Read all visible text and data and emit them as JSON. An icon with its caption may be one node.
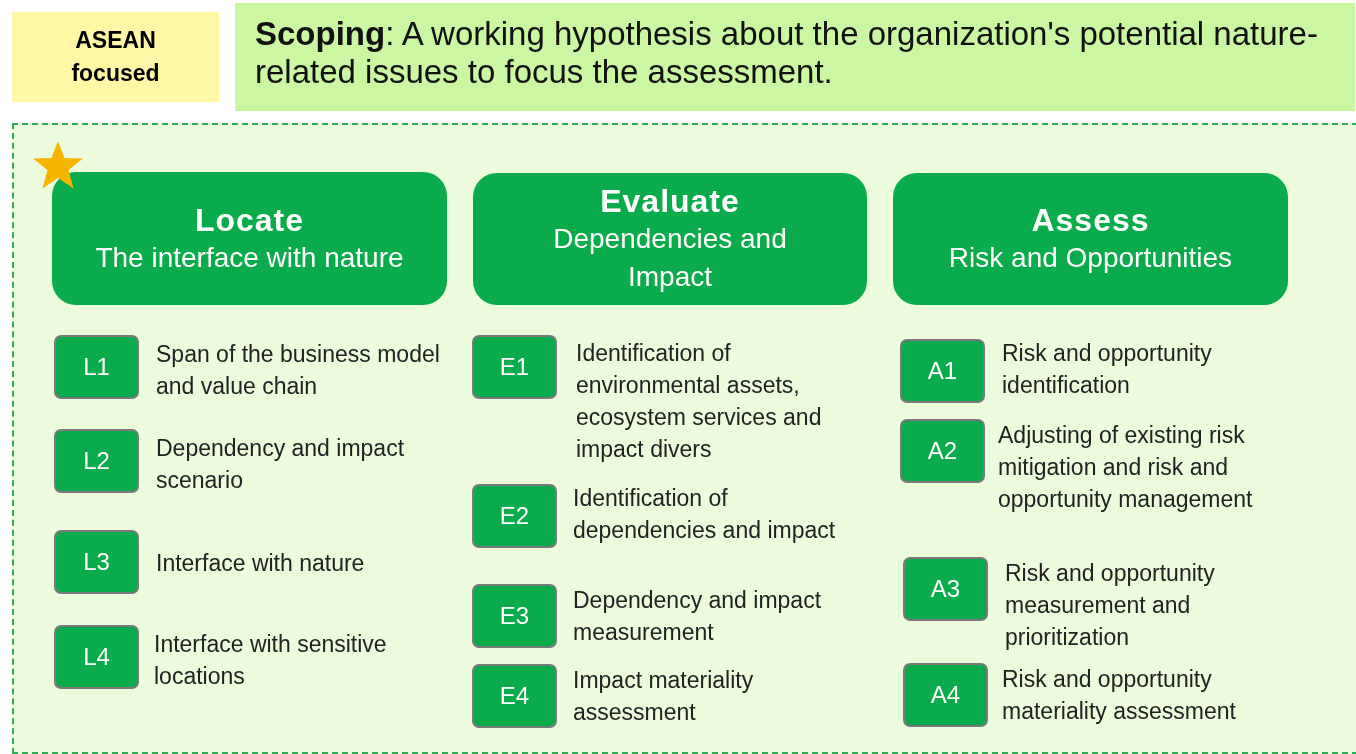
{
  "diagram": {
    "nodes": [
      {
        "text": [
          "ASEAN focused"
        ]
      },
      {
        "text": [
          "**Scoping**: A working hypothesis about the organization's potential nature-related issues to focus the assessment."
        ]
      },
      {
        "text": [],
        "shape": "box"
      },
      {
        "text": [
          "Locate",
          "The interface with nature"
        ],
        "in": 2
      },
      {
        "text": [
          "L1"
        ],
        "beside": [
          "Span of the business model and value chain"
        ],
        "in": 2
      },
      {
        "text": [
          "L2"
        ],
        "beside": [
          "Dependency and impact scenario"
        ],
        "in": 2
      },
      {
        "text": [
          "L3"
        ],
        "beside": [
          "Interface with nature"
        ],
        "in": 2
      },
      {
        "text": [
          "L4"
        ],
        "beside": [
          "Interface with sensitive locations"
        ],
        "in": 2
      },
      {
        "text": [
          "Evaluate",
          "Dependencies and Impact"
        ],
        "in": 2
      },
      {
        "text": [
          "E1"
        ],
        "beside": [
          "Identification of environmental assets, ecosystem services and impact divers"
        ],
        "in": 2
      },
      {
        "text": [
          "E2"
        ],
        "beside": [
          "Identification of dependencies and impact"
        ],
        "in": 2
      },
      {
        "text": [
          "E3"
        ],
        "beside": [
          "Dependency and impact measurement"
        ],
        "in": 2
      },
      {
        "text": [
          "E4"
        ],
        "beside": [
          "Impact materiality assessment"
        ],
        "in": 2
      },
      {
        "text": [
          "Assess",
          "Risk and Opportunities"
        ],
        "in": 2
      },
      {
        "text": [
          "A1"
        ],
        "beside": [
          "Risk and opportunity identification"
        ],
        "in": 2
      },
      {
        "text": [
          "A2"
        ],
        "beside": [
          "Adjusting of existing risk mitigation and risk and opportunity management"
        ],
        "in": 2
      },
      {
        "text": [
          "A3"
        ],
        "beside": [
          "Risk and opportunity measurement and prioritization"
        ],
        "in": 2
      },
      {
        "text": [
          "A4"
        ],
        "beside": [
          "Risk and opportunity materiality assessment"
        ],
        "in": 2
      }
    ],
    "edges": []
  }
}
